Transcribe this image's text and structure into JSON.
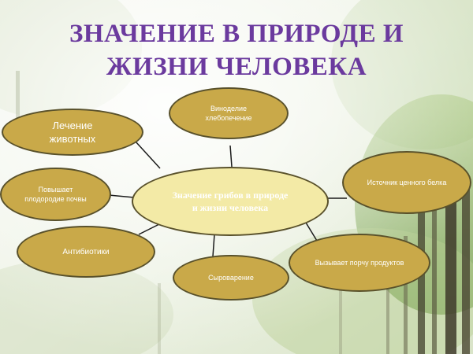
{
  "title": {
    "line1": "ЗНАЧЕНИЕ В ПРИРОДЕ И",
    "line2": "ЖИЗНИ ЧЕЛОВЕКА"
  },
  "center": {
    "line1": "Значение грибов в природе",
    "line2": "и жизни человека"
  },
  "nodes": {
    "winemaking": {
      "line1": "Виноделие",
      "line2": "хлебопечение"
    },
    "treatment": {
      "line1": "Лечение",
      "line2": "животных"
    },
    "protein": {
      "line1": "Источник ценного белка"
    },
    "fertility": {
      "line1": "Повышает",
      "line2": "плодородие почвы"
    },
    "antibiotics": {
      "line1": "Антибиотики"
    },
    "spoilage": {
      "line1": "Вызывает порчу продуктов"
    },
    "cheese": {
      "line1": "Сыроварение"
    }
  },
  "colors": {
    "title": "#6b3a9e",
    "node_fill": "#c9a949",
    "node_border": "#59512b",
    "center_fill": "#f3eaa6",
    "connector": "#1a1a1a"
  }
}
